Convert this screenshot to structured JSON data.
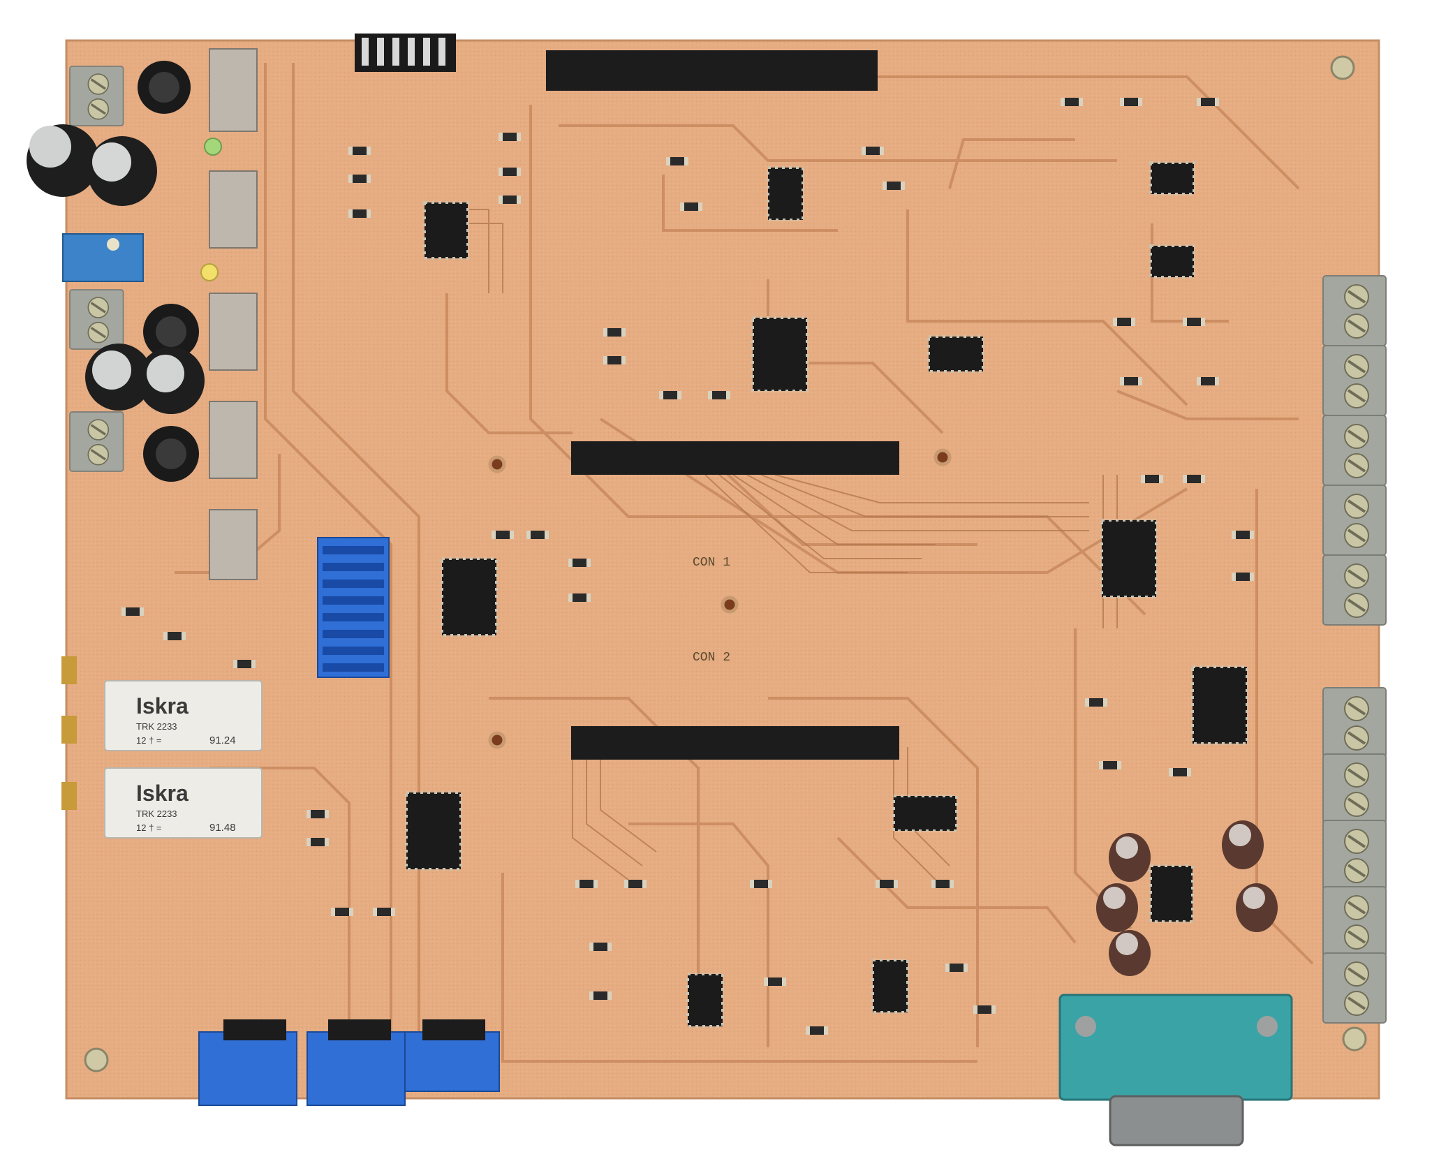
{
  "photo": {
    "subject": "pcb-board",
    "colors": {
      "background": "#ffffff",
      "board": "#e7ae84",
      "copper_trace": "#c98f63",
      "chip": "#1c1c1c",
      "terminal": "#9ea29a",
      "connector": "#3aa3a6",
      "heatsink_blue": "#2f6fd6"
    }
  },
  "relays": [
    {
      "brand": "Iskra",
      "model": "TRK 2233",
      "marking": "12 †  =",
      "code": "91.24"
    },
    {
      "brand": "Iskra",
      "model": "TRK 2233",
      "marking": "12 †  =",
      "code": "91.48"
    }
  ],
  "silkscreen": {
    "conn1": "CON 1",
    "conn2": "CON 2"
  }
}
